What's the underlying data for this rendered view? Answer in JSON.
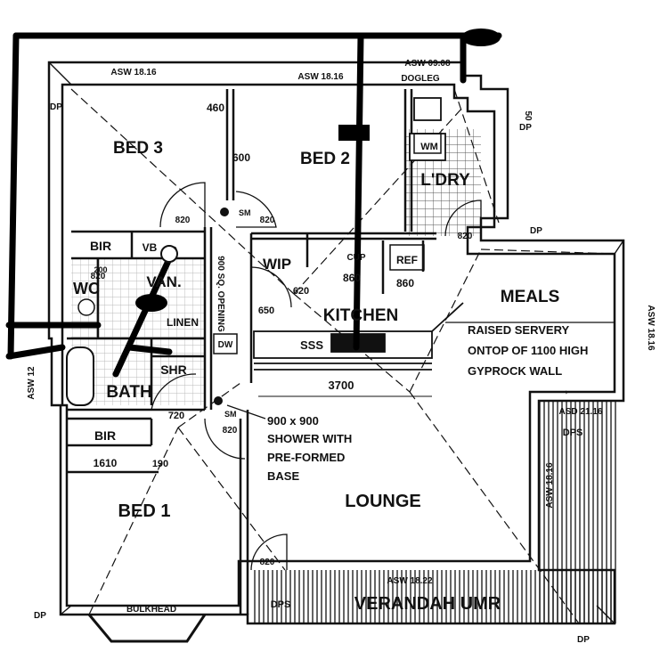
{
  "rooms": {
    "bed3": "BED 3",
    "bed2": "BED 2",
    "laundry": "L'DRY",
    "bir_top": "BIR",
    "vb": "VB",
    "wc": "WC",
    "van": "VAN.",
    "wip": "WIP",
    "kitchen": "KITCHEN",
    "meals": "MEALS",
    "bath": "BATH",
    "shr": "SHR",
    "linen": "LINEN",
    "bir_bottom": "BIR",
    "bed1": "BED 1",
    "lounge": "LOUNGE",
    "verandah": "VERANDAH UMR"
  },
  "fixtures": {
    "ref": "REF",
    "ssc": "SSS",
    "wm": "WM",
    "cup": "CUP",
    "dw": "DW",
    "sm1": "SM",
    "sm2": "SM",
    "bulkhead": "BULKHEAD",
    "dps1": "DPS",
    "dps2": "DPS",
    "dp1": "DP",
    "dp2": "DP",
    "dp3": "DP",
    "dp4": "DP",
    "dp5": "DP",
    "opening": "900 SQ. OPENING"
  },
  "dimensions": {
    "d460": "460",
    "d600": "600",
    "d820a": "820",
    "d820b": "820",
    "d820c": "820",
    "d820d": "820",
    "d820e": "820",
    "d820f": "820",
    "d620": "620",
    "d650": "650",
    "d860a": "860",
    "d860b": "860",
    "d720": "720",
    "d1610": "1610",
    "d190": "190",
    "d3700": "3700",
    "d200": "200",
    "d50": "50"
  },
  "wall_notes": {
    "asw_top_left": "ASW 18.16",
    "asw_top_mid": "ASW 18.16",
    "asw_dogleg": "ASW 09.08",
    "dogleg": "DOGLEG",
    "asw_right": "ASW 18.16",
    "asd_right": "ASD 21.16",
    "asw_lower_right": "ASW 18.16",
    "asw_left": "ASW 12",
    "asw_bottom": "ASW 18.22"
  },
  "notes": {
    "servery": [
      "RAISED SERVERY",
      "ONTOP OF 1100 HIGH",
      "GYPROCK WALL"
    ],
    "servery_arrow": "→",
    "shower": [
      "900 x 900",
      "SHOWER WITH",
      "PRE-FORMED",
      "BASE"
    ]
  }
}
